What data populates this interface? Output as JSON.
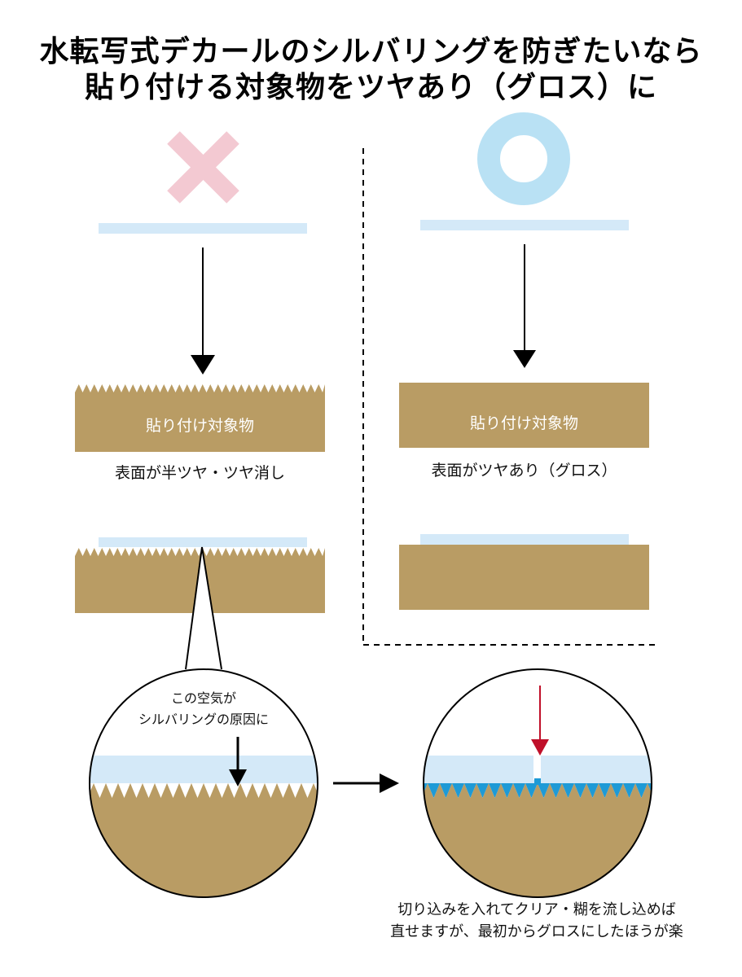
{
  "title": {
    "line1": "水転写式デカールのシルバリングを防ぎたいなら",
    "line2": "貼り付ける対象物をツヤあり（グロス）に"
  },
  "left": {
    "box_label": "貼り付け対象物",
    "surface_caption": "表面が半ツヤ・ツヤ消し",
    "bubble_text_1": "この空気が",
    "bubble_text_2": "シルバリングの原因に"
  },
  "right": {
    "box_label": "貼り付け対象物",
    "surface_caption": "表面がツヤあり（グロス）"
  },
  "fix_note": {
    "line1": "切り込みを入れてクリア・糊を流し込めば",
    "line2": "直せますが、最初からグロスにしたほうが楽"
  },
  "colors": {
    "wrong_mark": "#f3c9d2",
    "right_mark": "#b9e1f4",
    "decal_film": "#d4e9f8",
    "object_surface": "#b99c64",
    "glue_fill": "#1e9ad6",
    "cut_arrow": "#c0102a"
  },
  "icons": {
    "wrong": "cross-mark-icon",
    "right": "circle-mark-icon"
  }
}
